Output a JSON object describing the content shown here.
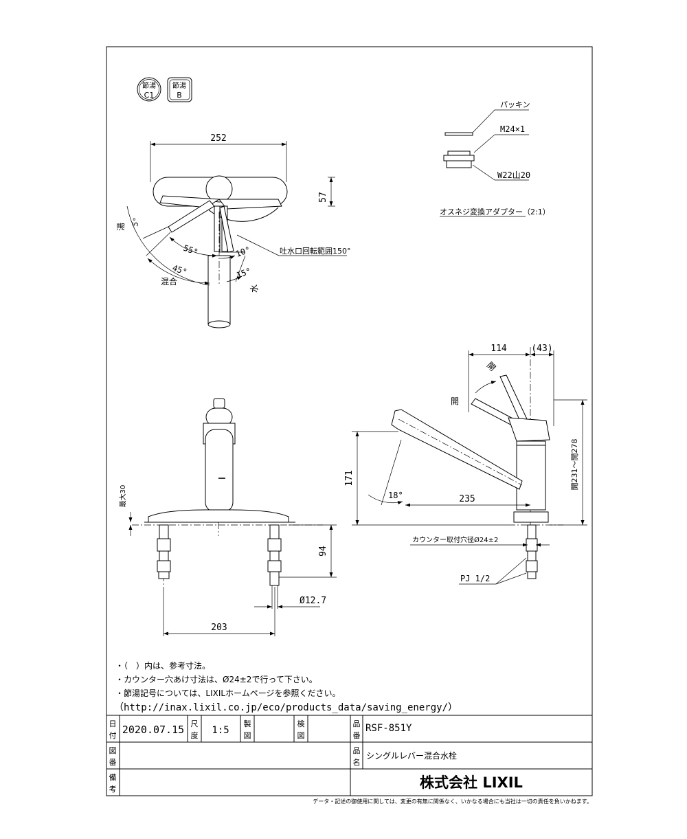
{
  "badges": {
    "water_saving_c1_top": "節湯",
    "water_saving_c1_bottom": "C1",
    "water_saving_b_top": "節湯",
    "water_saving_b_bottom": "B"
  },
  "top_view": {
    "width": "252",
    "depth": "57",
    "label_hot": "湯",
    "label_mix": "混合",
    "label_cold": "水",
    "angle_5": "5°",
    "angle_55": "55°",
    "angle_45": "45°",
    "angle_10": "10°",
    "angle_15": "15°",
    "spout_range": "吐水口回転範囲150°"
  },
  "adapter": {
    "packing": "パッキン",
    "thread_m": "M24×1",
    "thread_w": "W22山20",
    "caption": "オスネジ変換アダプター（2:1）"
  },
  "front_view": {
    "max_30": "最大30",
    "height_94": "94",
    "dia_12_7": "Ø12.7",
    "spacing_203": "203"
  },
  "side_view": {
    "dim_114": "114",
    "dim_43": "(43)",
    "open_top": "開",
    "open_side": "開",
    "height_171": "171",
    "angle_18": "18°",
    "reach_235": "235",
    "height_range": "開231〜開278",
    "counter_hole": "カウンター取付穴径Ø24±2",
    "pj": "PJ 1/2"
  },
  "notes": [
    "・（　）内は、参考寸法。",
    "・カウンター穴あけ寸法は、Ø24±2で行って下さい。",
    "・節湯記号については、LIXILホームページを参照ください。",
    "（http://inax.lixil.co.jp/eco/products_data/saving_energy/）"
  ],
  "title_block": {
    "date_label": "日付",
    "date_value": "2020.07.15",
    "scale_label": "尺度",
    "scale_value": "1:5",
    "drawn_label": "製図",
    "checked_label": "検図",
    "product_no_label": "品番",
    "product_no_value": "RSF-851Y",
    "drawing_no_label": "図番",
    "product_name_label": "品名",
    "product_name_value": "シングルレバー混合水栓",
    "remarks_label": "備考",
    "company": "株式会社 LIXIL"
  },
  "disclaimer": "データ・記述の御使用に関しては、変更の有無に関係なく、いかなる場合にも当社は一切の責任を負いかねます。"
}
